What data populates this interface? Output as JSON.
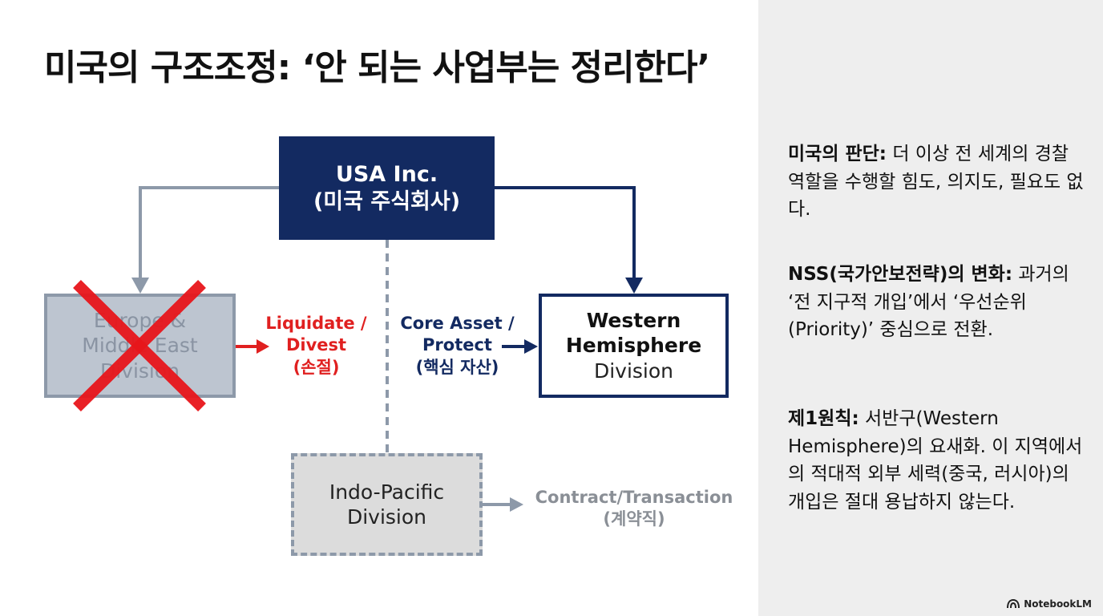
{
  "title": "미국의 구조조정: ‘안 되는 사업부는 정리한다’",
  "boxes": {
    "usa_line1": "USA Inc.",
    "usa_line2": "(미국 주식회사)",
    "europe_line1": "Europe &",
    "europe_line2": "Middle East",
    "europe_line3": "Division",
    "western_line1": "Western",
    "western_line2": "Hemisphere",
    "western_line3": "Division",
    "indo_line1": "Indo-Pacific",
    "indo_line2": "Division"
  },
  "labels": {
    "liquidate_line1": "Liquidate /",
    "liquidate_line2": "Divest",
    "liquidate_line3": "(손절)",
    "core_line1": "Core Asset /",
    "core_line2": "Protect",
    "core_line3": "(핵심 자산)",
    "contract_line1": "Contract/Transaction",
    "contract_line2": "(계약직)"
  },
  "panel": {
    "p1_head": "미국의 판단:",
    "p1_text": " 더 이상 전 세계의 경찰 역할을 수행할 힘도, 의지도, 필요도 없다.",
    "p2_head": "NSS(국가안보전략)의 변화:",
    "p2_text": " 과거의 ‘전 지구적 개입’에서 ‘우선순위(Priority)’ 중심으로 전환.",
    "p3_head": "제1원칙:",
    "p3_text": " 서반구(Western Hemisphere)의 요새화. 이 지역에서의 적대적 외부 세력(중국, 러시아)의 개입은 절대 용납하지 않는다."
  },
  "brand": "NotebookLM",
  "colors": {
    "navy": "#132a61",
    "gray_arrow": "#8d99a9",
    "red": "#e02020",
    "panel_bg": "#eeeeee"
  }
}
